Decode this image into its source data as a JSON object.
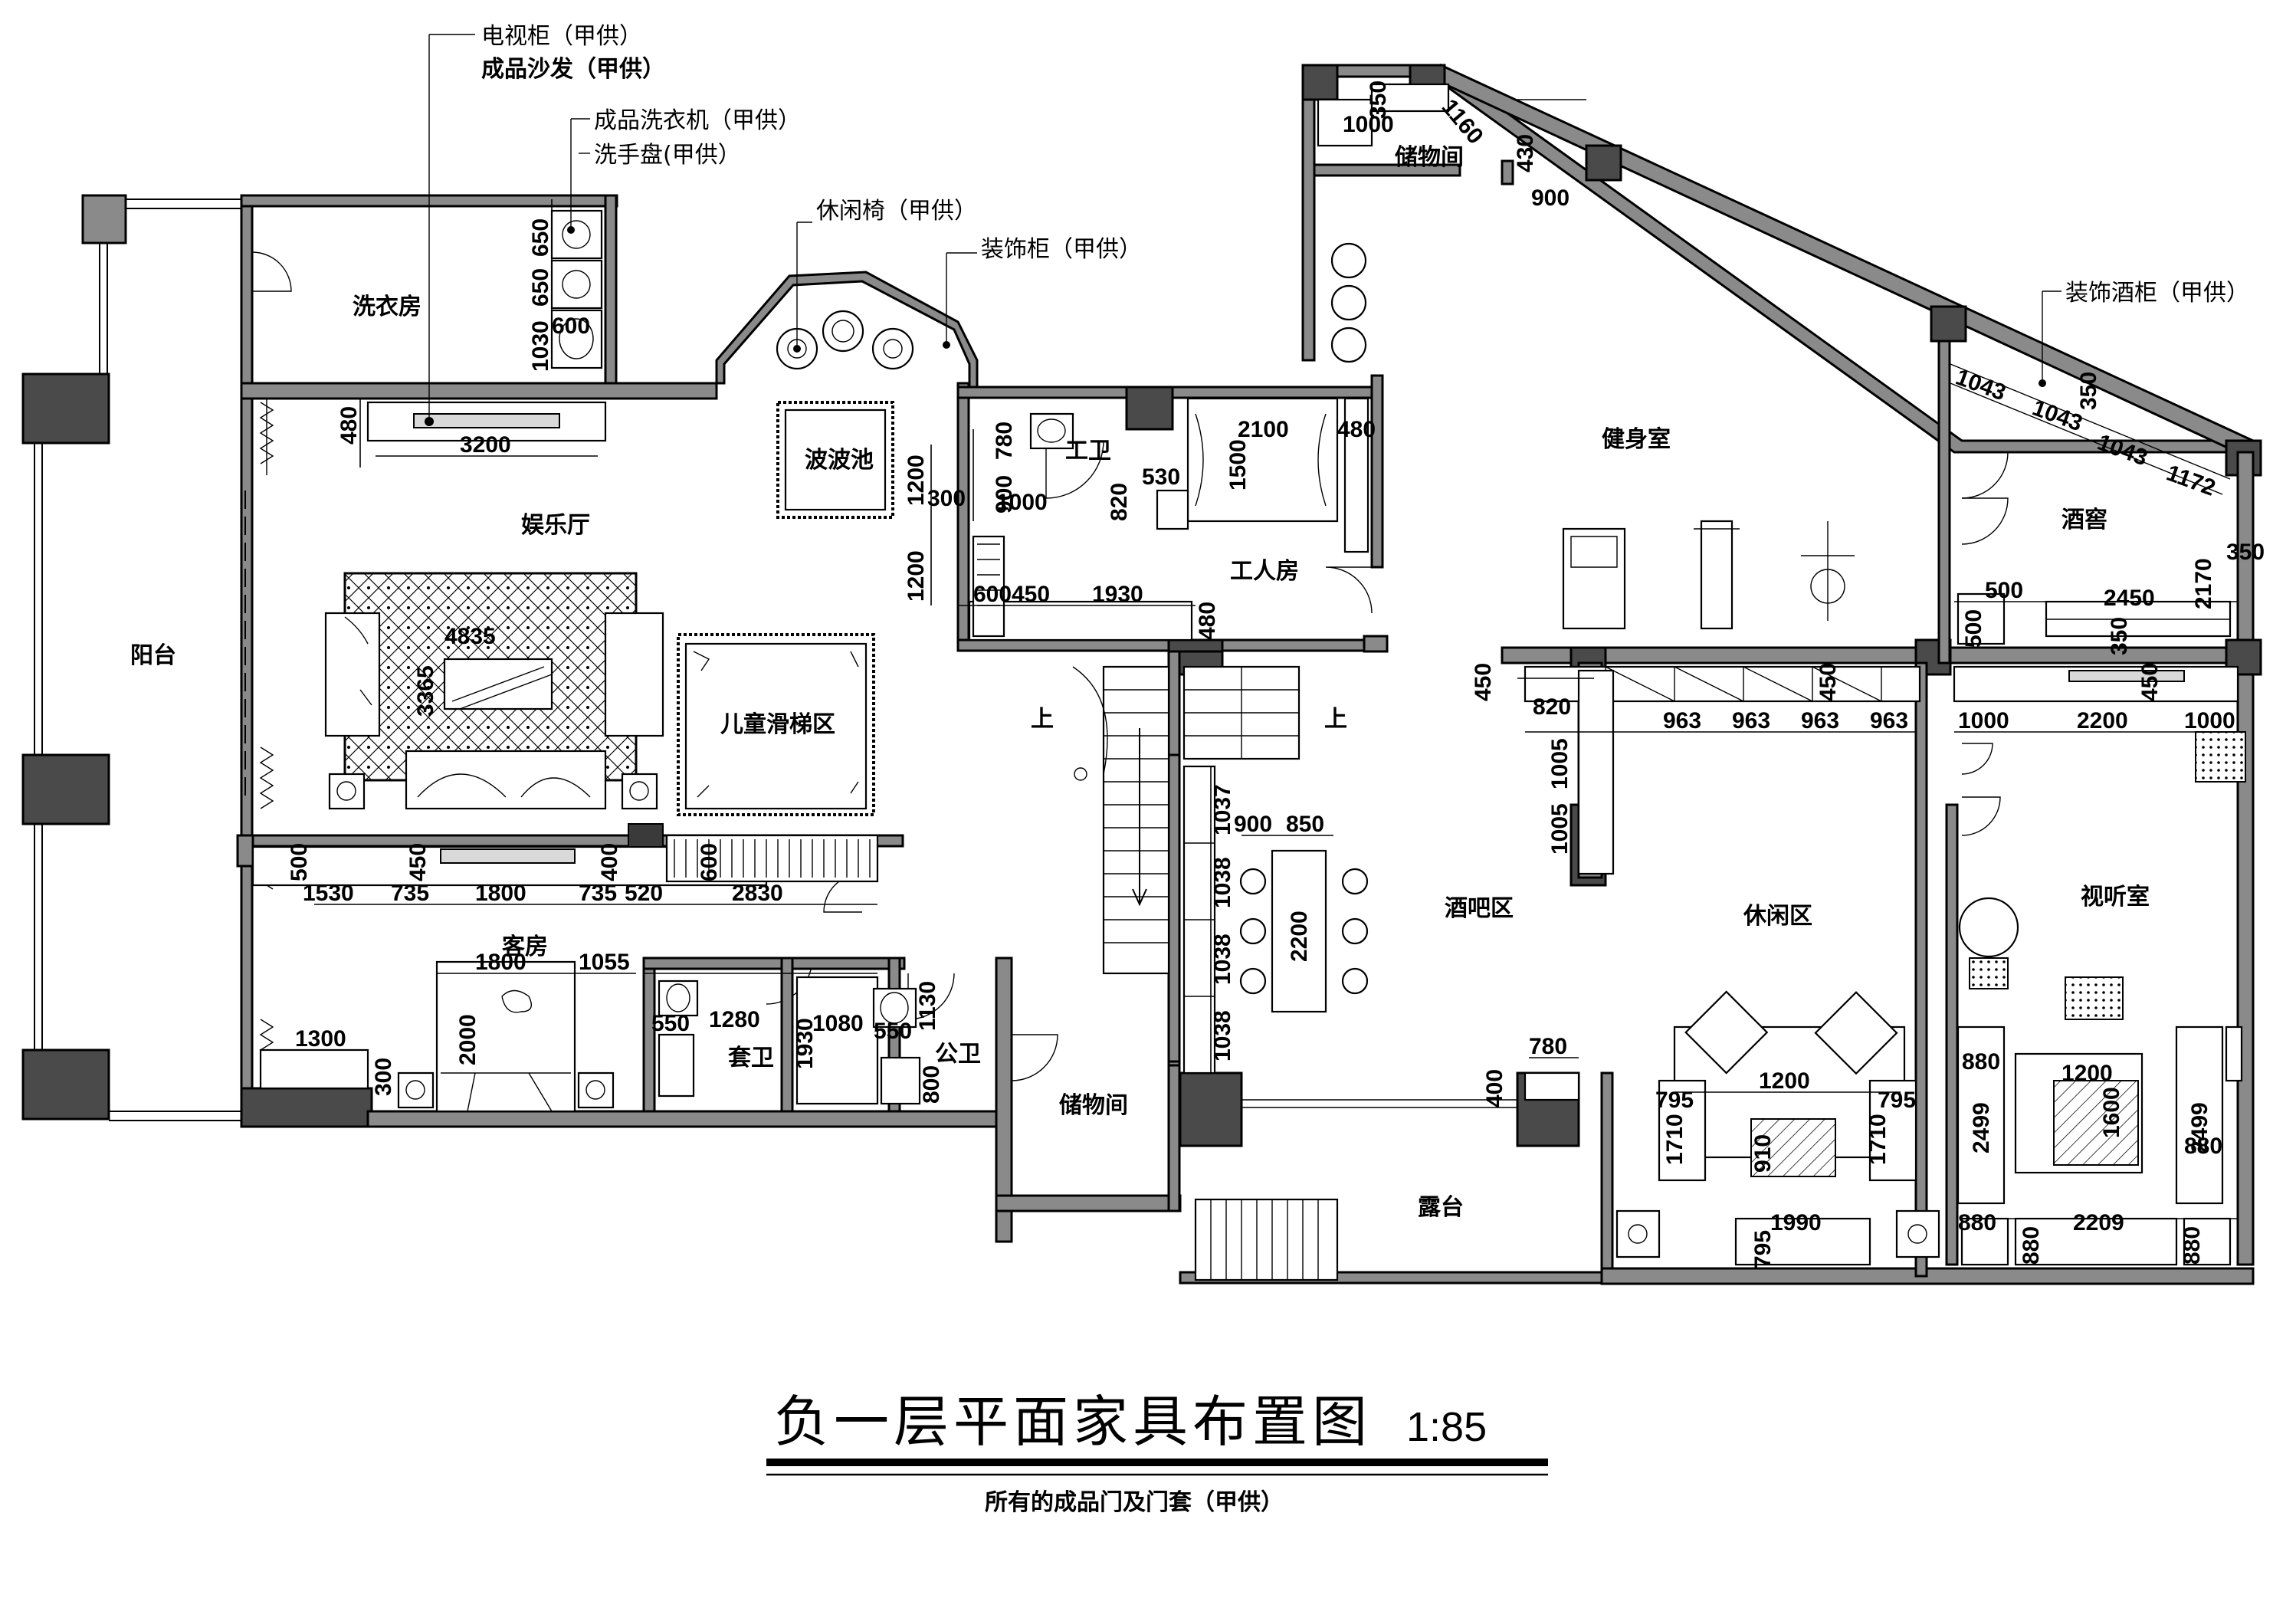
{
  "drawing": {
    "title": "负一层平面家具布置图",
    "scale": "1:85",
    "note": "所有的成品门及门套（甲供）"
  },
  "rooms": {
    "balcony": "阳台",
    "laundry": "洗衣房",
    "entertainment": "娱乐厅",
    "ball_pool": "波波池",
    "kids_slide": "儿童滑梯区",
    "guest_room": "客房",
    "guest_bath": "套卫",
    "public_bath": "公卫",
    "storage_lower": "储物间",
    "storage_upper": "储物间",
    "worker_bath": "工卫",
    "worker_room": "工人房",
    "gym": "健身室",
    "wine_cellar": "酒窖",
    "bar_area": "酒吧区",
    "leisure_area": "休闲区",
    "av_room": "视听室",
    "terrace": "露台"
  },
  "leaders": {
    "tv_cabinet": "电视柜（甲供）",
    "sofa": "成品沙发（甲供）",
    "washer": "成品洗衣机（甲供）",
    "basin": "洗手盘(甲供）",
    "lounge_chair": "休闲椅（甲供）",
    "deco_cabinet": "装饰柜（甲供）",
    "wine_rack": "装饰酒柜（甲供）"
  },
  "stair_labels": {
    "up1": "上",
    "up2": "上"
  },
  "dimensions": {
    "d3200": "3200",
    "d480a": "480",
    "d4835": "4835",
    "d3365": "3365",
    "d650a": "650",
    "d650b": "650",
    "d1030": "1030",
    "d600a": "600",
    "d500a": "500",
    "d450a": "450",
    "d400a": "400",
    "d600b": "600",
    "d1530": "1530",
    "d735a": "735",
    "d1800a": "1800",
    "d735b": "735",
    "d520": "520",
    "d2830": "2830",
    "d1800b": "1800",
    "d1055": "1055",
    "d2000": "2000",
    "d1300": "1300",
    "d300a": "300",
    "d550a": "550",
    "d1280": "1280",
    "d1930a": "1930",
    "d1080": "1080",
    "d1130": "1130",
    "d550b": "550",
    "d800a": "800",
    "d780a": "780",
    "d1200a": "1200",
    "d300b": "300",
    "d900a": "900",
    "d1000a": "1000",
    "d820a": "820",
    "d530": "530",
    "d2100": "2100",
    "d480b": "480",
    "d1500": "1500",
    "d1200b": "1200",
    "d600c": "600",
    "d450b": "450",
    "d1930b": "1930",
    "d480c": "480",
    "d350a": "350",
    "d1000b": "1000",
    "d1160": "1160",
    "d430": "430",
    "d900b": "900",
    "d1043a": "1043",
    "d1043b": "1043",
    "d1043c": "1043",
    "d1172": "1172",
    "d350b": "350",
    "d2170": "2170",
    "d350c": "350",
    "d500b": "500",
    "d2450": "2450",
    "d500c": "500",
    "d350d": "350",
    "d450c": "450",
    "d820b": "820",
    "d963a": "963",
    "d963b": "963",
    "d963c": "963",
    "d963d": "963",
    "d450d": "450",
    "d450e": "450",
    "d1005a": "1005",
    "d1005b": "1005",
    "d1000c": "1000",
    "d2200a": "2200",
    "d1000d": "1000",
    "d1037": "1037",
    "d1038a": "1038",
    "d1038b": "1038",
    "d1038c": "1038",
    "d900c": "900",
    "d850": "850",
    "d2200b": "2200",
    "d780b": "780",
    "d400b": "400",
    "d1200c": "1200",
    "d795a": "795",
    "d795b": "795",
    "d1710a": "1710",
    "d1710b": "1710",
    "d910": "910",
    "d1990": "1990",
    "d795c": "795",
    "d880a": "880",
    "d2499a": "2499",
    "d1200d": "1200",
    "d1600": "1600",
    "d2499b": "2499",
    "d880b": "880",
    "d880c": "880",
    "d880d": "880",
    "d2209": "2209",
    "d880e": "880"
  }
}
